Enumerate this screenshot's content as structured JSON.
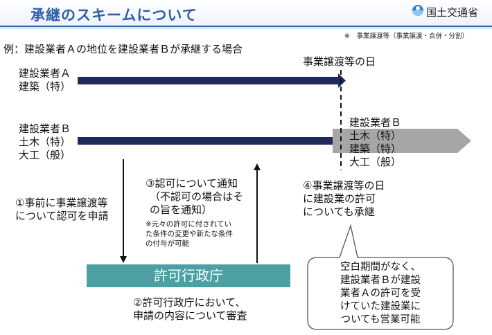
{
  "header": {
    "title": "承継のスキームについて",
    "logo": "国土交通省"
  },
  "note": "※　事業譲渡等（事業譲渡・合併・分割）",
  "example": "例：建設業者Ａの地位を建設業者Ｂが承継する場合",
  "transfer_day": "事業譲渡等の日",
  "contractor_a": {
    "lines": [
      "建設業者Ａ",
      "建築（特）"
    ]
  },
  "contractor_b": {
    "lines": [
      "建設業者Ｂ",
      "土木（特）",
      "大工（般）"
    ]
  },
  "after_b": {
    "lines": [
      "建設業者Ｂ",
      "土木（特）",
      "建築（特）",
      "大工（般）"
    ]
  },
  "step1": {
    "lines": [
      "①事前に事業譲渡等",
      "について認可を申請"
    ]
  },
  "step2": {
    "lines": [
      "②許可行政庁において、",
      "申請の内容について審査"
    ]
  },
  "step3": {
    "lines": [
      "③認可について通知",
      "（不認可の場合はそ",
      "の旨を通知）"
    ],
    "note_lines": [
      "※元々の許可に付されてい",
      "た条件の変更や新たな条件",
      "の付与が可能"
    ]
  },
  "step4": {
    "lines": [
      "④事業譲渡等の日",
      "に建設業の許可",
      "についても承継"
    ]
  },
  "office": "許可行政庁",
  "callout": {
    "lines": [
      "空白期間がなく、",
      "建設業者Ｂが建設",
      "業者Ａの許可を受",
      "けていた建設業に",
      "ついても営業可能"
    ]
  },
  "colors": {
    "title": "#2f5ea8",
    "bar": "#1f2a5c",
    "office": "#4aa0a3",
    "arrow_grey": "#a6a6a6"
  }
}
